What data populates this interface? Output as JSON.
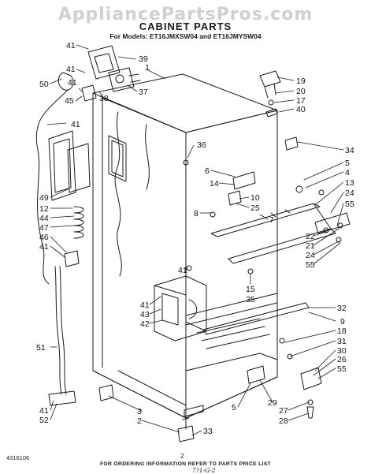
{
  "watermark": "AppliancePartsPros.com",
  "header": {
    "title": "CABINET PARTS",
    "models": "For Models: ET16JMXSW04 and ET16JMYSW04"
  },
  "callouts": [
    {
      "id": "c41a",
      "label": "41"
    },
    {
      "id": "c39",
      "label": "39"
    },
    {
      "id": "c1",
      "label": "1"
    },
    {
      "id": "c41b",
      "label": "41"
    },
    {
      "id": "c50",
      "label": "50"
    },
    {
      "id": "c41c",
      "label": "41"
    },
    {
      "id": "c45",
      "label": "45"
    },
    {
      "id": "c38",
      "label": "38"
    },
    {
      "id": "c37",
      "label": "37"
    },
    {
      "id": "c41d",
      "label": "41"
    },
    {
      "id": "c36",
      "label": "36"
    },
    {
      "id": "c19",
      "label": "19"
    },
    {
      "id": "c20",
      "label": "20"
    },
    {
      "id": "c17",
      "label": "17"
    },
    {
      "id": "c40",
      "label": "40"
    },
    {
      "id": "c34",
      "label": "34"
    },
    {
      "id": "c5",
      "label": "5"
    },
    {
      "id": "c4",
      "label": "4"
    },
    {
      "id": "c6",
      "label": "6"
    },
    {
      "id": "c14",
      "label": "14"
    },
    {
      "id": "c13",
      "label": "13"
    },
    {
      "id": "c24a",
      "label": "24"
    },
    {
      "id": "c10",
      "label": "10"
    },
    {
      "id": "c25",
      "label": "25"
    },
    {
      "id": "c8",
      "label": "8"
    },
    {
      "id": "c55a",
      "label": "55"
    },
    {
      "id": "c7",
      "label": "7"
    },
    {
      "id": "c49",
      "label": "49"
    },
    {
      "id": "c12",
      "label": "12"
    },
    {
      "id": "c44",
      "label": "44"
    },
    {
      "id": "c47",
      "label": "47"
    },
    {
      "id": "c46",
      "label": "46"
    },
    {
      "id": "c41e",
      "label": "41"
    },
    {
      "id": "c22",
      "label": "22"
    },
    {
      "id": "c21",
      "label": "21"
    },
    {
      "id": "c24b",
      "label": "24"
    },
    {
      "id": "c55b",
      "label": "55"
    },
    {
      "id": "c41f",
      "label": "41"
    },
    {
      "id": "c15",
      "label": "15"
    },
    {
      "id": "c35",
      "label": "35"
    },
    {
      "id": "c41g",
      "label": "41"
    },
    {
      "id": "c43",
      "label": "43"
    },
    {
      "id": "c42",
      "label": "42"
    },
    {
      "id": "c32",
      "label": "32"
    },
    {
      "id": "c9",
      "label": "9"
    },
    {
      "id": "c18",
      "label": "18"
    },
    {
      "id": "c31",
      "label": "31"
    },
    {
      "id": "c30",
      "label": "30"
    },
    {
      "id": "c26",
      "label": "26"
    },
    {
      "id": "c55c",
      "label": "55"
    },
    {
      "id": "c51",
      "label": "51"
    },
    {
      "id": "c29",
      "label": "29"
    },
    {
      "id": "c5b",
      "label": "5"
    },
    {
      "id": "c27",
      "label": "27"
    },
    {
      "id": "c28",
      "label": "28"
    },
    {
      "id": "c3",
      "label": "3"
    },
    {
      "id": "c2",
      "label": "2"
    },
    {
      "id": "c33",
      "label": "33"
    },
    {
      "id": "c41h",
      "label": "41"
    },
    {
      "id": "c52",
      "label": "52"
    }
  ],
  "footer": {
    "doc_number": "4316106",
    "page_number": "2",
    "note": "FOR ORDERING INFORMATION REFER TO PARTS PRICE LIST",
    "handwritten": "7?1-G-2"
  }
}
